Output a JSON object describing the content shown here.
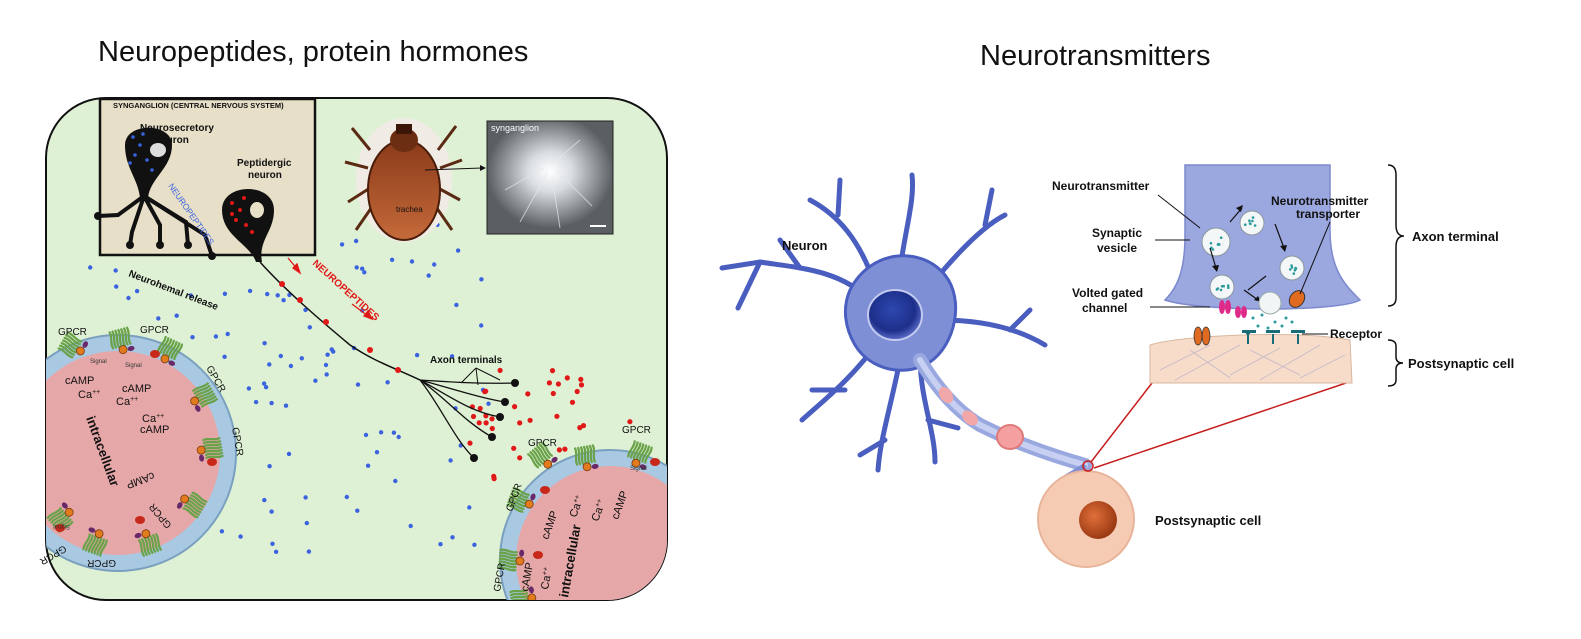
{
  "left_panel": {
    "title": "Neuropeptides, protein hormones",
    "ganglion_box_label": "SYNGANGLION (CENTRAL NERVOUS SYSTEM)",
    "neurosecretory_label_1": "Neurosecretory",
    "neurosecretory_label_2": "neuron",
    "peptidergic_label_1": "Peptidergic",
    "peptidergic_label_2": "neuron",
    "neuropeptides_blue": "NEUROPEPTIDES",
    "neuropeptides_red": "NEUROPEPTIDES",
    "neurohemal_release": "Neurohemal release",
    "axon_terminals": "Axon terminals",
    "trachea": "trachea",
    "synganglion_photo": "synganglion",
    "gpcr": "GPCR",
    "signal": "Signal",
    "camp": "cAMP",
    "ca": "Ca",
    "ca_superscript": "++",
    "intracellular": "intracellular",
    "colors": {
      "background": "#dff1d4",
      "cell": "#e6a7a8",
      "membrane": "#a9c9e2",
      "blue_dots": "#3b63e0",
      "red_dots": "#e01818"
    }
  },
  "right_panel": {
    "title": "Neurotransmitters",
    "neuron": "Neuron",
    "neurotransmitter": "Neurotransmitter",
    "synaptic_vesicle_1": "Synaptic",
    "synaptic_vesicle_2": "vesicle",
    "neurotransmitter_transporter_1": "Neurotransmitter",
    "neurotransmitter_transporter_2": "transporter",
    "volted_gated_1": "Volted gated",
    "volted_gated_2": "channel",
    "receptor": "Receptor",
    "axon_terminal": "Axon terminal",
    "postsynaptic_cell_bracket": "Postsynaptic cell",
    "postsynaptic_cell": "Postsynaptic cell",
    "colors": {
      "neuron": "#7e8fd6",
      "postsynaptic": "#f6cbb4",
      "zoom_lines": "#c81e1e"
    }
  }
}
